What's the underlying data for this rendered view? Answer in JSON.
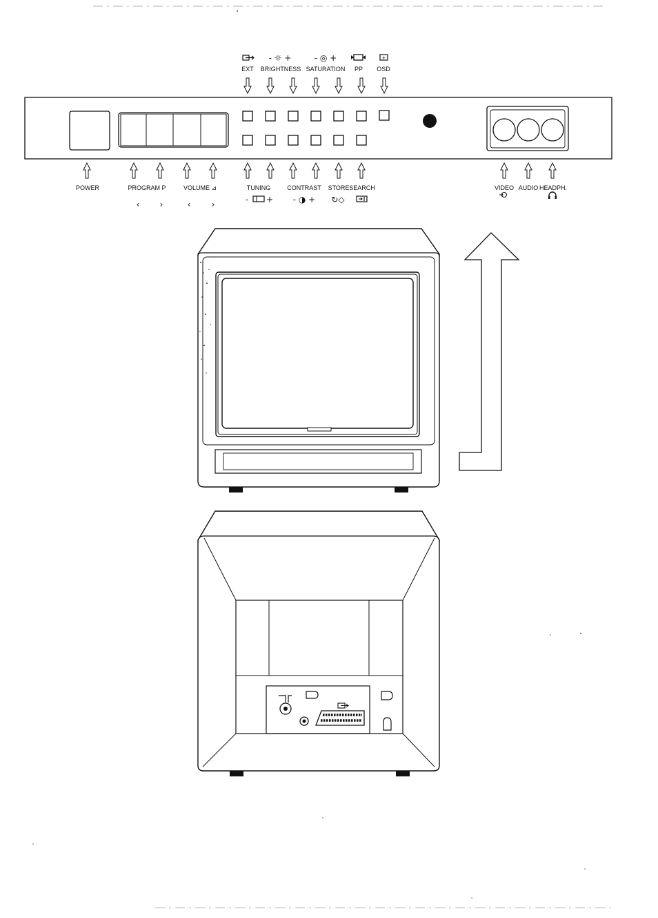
{
  "top_labels": {
    "ext": "EXT",
    "brightness": "BRIGHTNESS",
    "saturation": "SATURATION",
    "pp": "PP",
    "osd": "OSD"
  },
  "top_symbols": {
    "brightness": "- ☼ +",
    "saturation": "- ◎ +"
  },
  "bottom_labels": {
    "power": "POWER",
    "program": "PROGRAM P",
    "volume": "VOLUME ⊿",
    "tuning": "TUNING",
    "contrast": "CONTRAST",
    "store": "STORE",
    "search": "SEARCH",
    "video": "VIDEO",
    "audio": "AUDIO",
    "headph": "HEADPH."
  },
  "bottom_symbols": {
    "program_down": "‹",
    "program_up": "›",
    "volume_down": "‹",
    "volume_up": "›",
    "tuning_minus": "-",
    "tuning_plus": "+",
    "contrast": "- ◑ +",
    "store": "↻◇"
  }
}
